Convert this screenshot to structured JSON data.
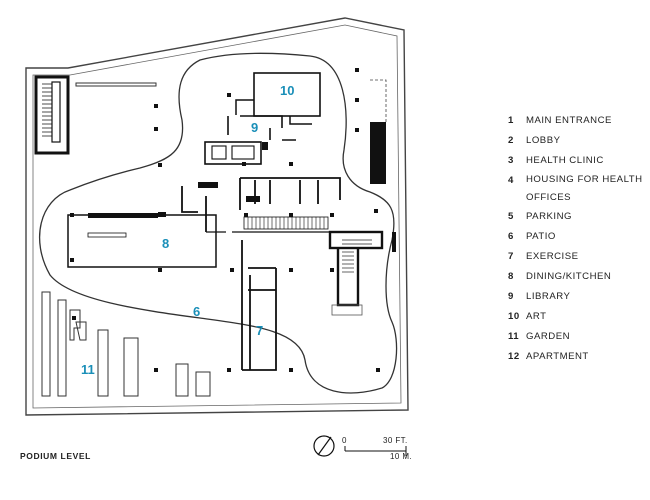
{
  "plan": {
    "level_label": "PODIUM LEVEL",
    "room_numbers": [
      "10",
      "9",
      "8",
      "6",
      "7",
      "11"
    ],
    "accent_color": "#1a8fb8",
    "wall_color": "#111111"
  },
  "legend": [
    {
      "num": "1",
      "label": "MAIN ENTRANCE"
    },
    {
      "num": "2",
      "label": "LOBBY"
    },
    {
      "num": "3",
      "label": "HEALTH CLINIC"
    },
    {
      "num": "4",
      "label": "HOUSING FOR HEALTH OFFICES"
    },
    {
      "num": "5",
      "label": "PARKING"
    },
    {
      "num": "6",
      "label": "PATIO"
    },
    {
      "num": "7",
      "label": "EXERCISE"
    },
    {
      "num": "8",
      "label": "DINING/KITCHEN"
    },
    {
      "num": "9",
      "label": "LIBRARY"
    },
    {
      "num": "10",
      "label": "ART"
    },
    {
      "num": "11",
      "label": "GARDEN"
    },
    {
      "num": "12",
      "label": "APARTMENT"
    }
  ],
  "scale_bar": {
    "zero": "0",
    "feet": "30 FT.",
    "meters": "10 M.",
    "north_icon": "north-arrow-icon"
  }
}
